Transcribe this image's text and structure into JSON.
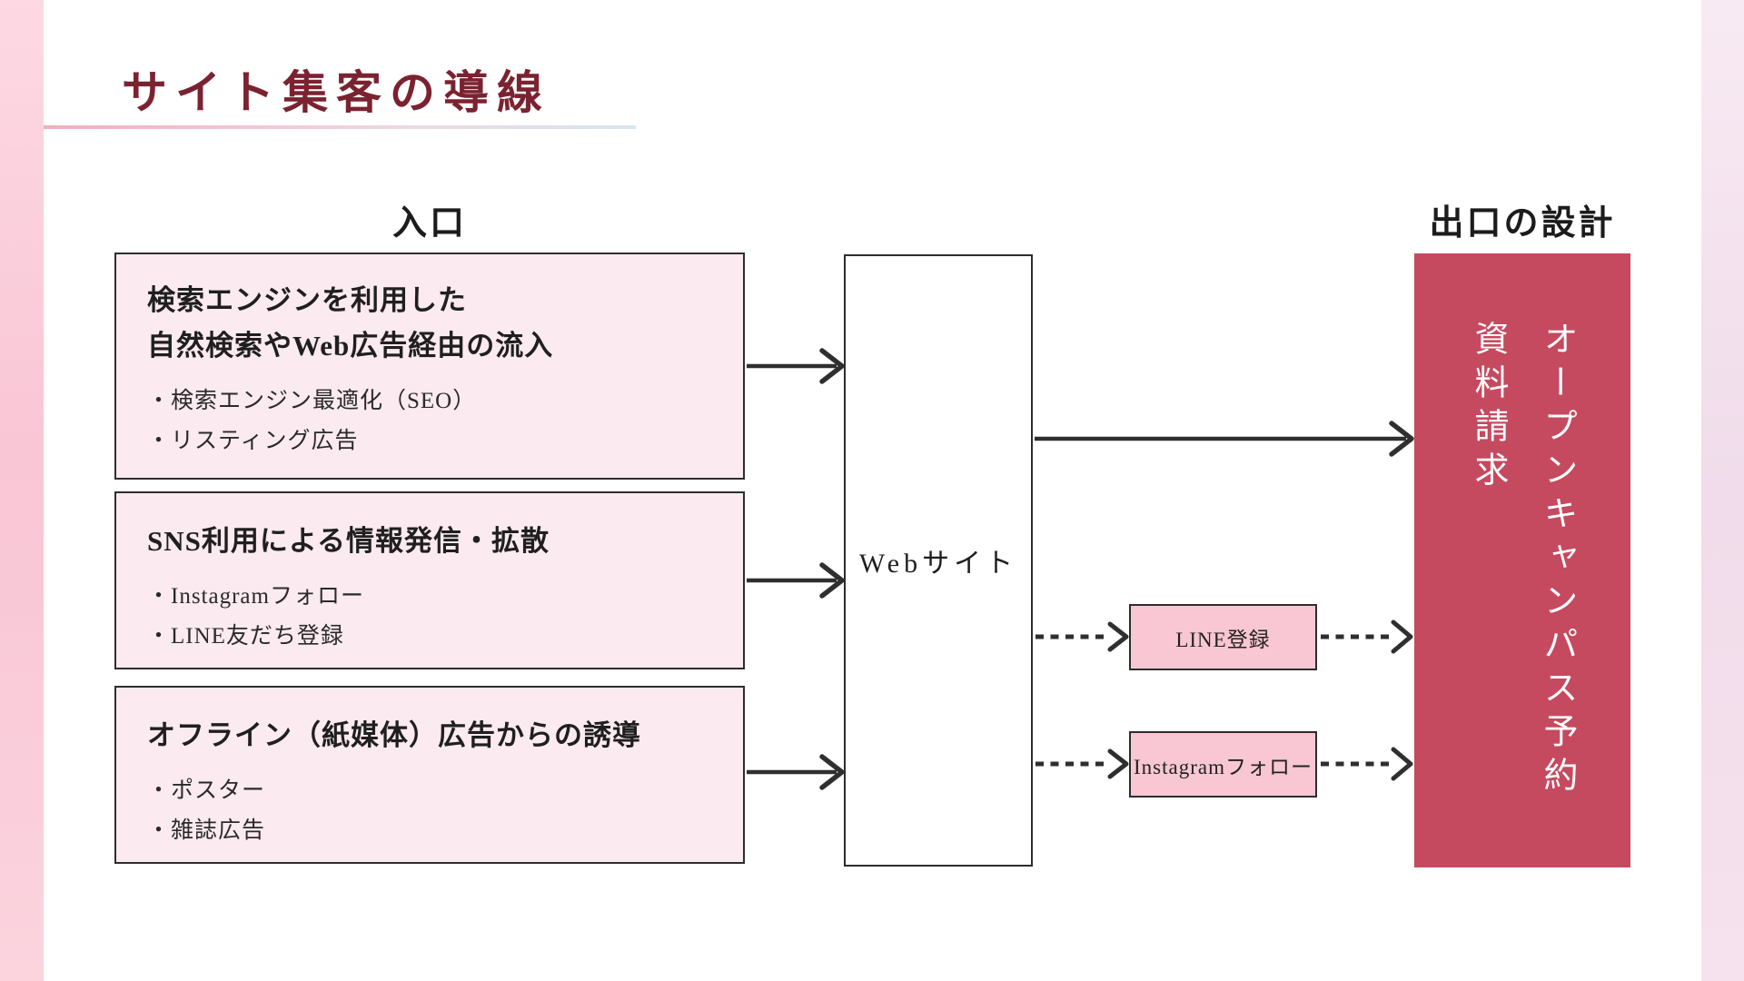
{
  "title": "サイト集客の導線",
  "headers": {
    "entrance": "入口",
    "exit": "出口の設計"
  },
  "entry_boxes": [
    {
      "title_lines": [
        "検索エンジンを利用した",
        "自然検索やWeb広告経由の流入"
      ],
      "bullets": [
        "・検索エンジン最適化（SEO）",
        "・リスティング広告"
      ]
    },
    {
      "title_lines": [
        "SNS利用による情報発信・拡散"
      ],
      "bullets": [
        "・Instagramフォロー",
        "・LINE友だち登録"
      ]
    },
    {
      "title_lines": [
        "オフライン（紙媒体）広告からの誘導"
      ],
      "bullets": [
        "・ポスター",
        "・雑誌広告"
      ]
    }
  ],
  "website_box": {
    "label": "Webサイト"
  },
  "sub_boxes": [
    {
      "label": "LINE登録"
    },
    {
      "label": "Instagramフォロー"
    }
  ],
  "exit_box": {
    "columns_right_to_left": [
      "オープンキャンパス予約",
      "資料請求"
    ]
  },
  "colors": {
    "title_maroon": "#7b2231",
    "exit_red": "#c54a5f",
    "entry_box_pink": "#fbeaef",
    "sub_box_pink": "#f9c6d3",
    "border_dark": "#2d2d2d",
    "edge_band_left_pink": "#f9c6d6",
    "edge_band_right_pink": "#f0dcea"
  }
}
